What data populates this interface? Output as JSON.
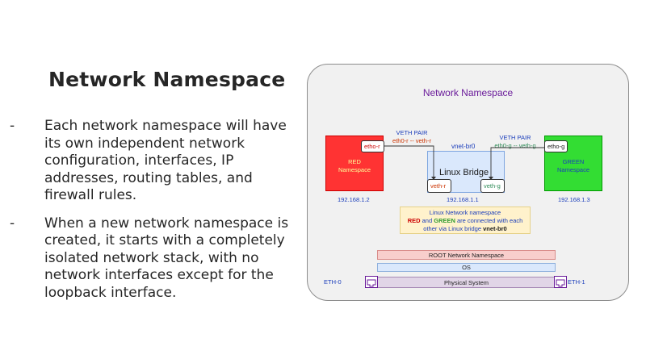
{
  "slide": {
    "title": "Network Namespace",
    "bullets": [
      {
        "marker": "-",
        "text": "Each network namespace will have its own independent network configuration, interfaces, IP addresses, routing tables, and firewall rules."
      },
      {
        "marker": "-",
        "text": "When a new network namespace is created, it starts with a completely isolated network stack, with no network interfaces except for the loopback interface."
      }
    ]
  },
  "diagram": {
    "title": "Network Namespace",
    "red_ns": {
      "line1": "RED",
      "line2": "Namespace",
      "iface": "etho-r",
      "ip": "192.168.1.2"
    },
    "green_ns": {
      "line1": "GREEN",
      "line2": "Namespace",
      "iface": "etho-g",
      "ip": "192.168.1.3"
    },
    "veth_left": {
      "title": "VETH PAIR",
      "pair": "eth0-r -- veth-r"
    },
    "veth_right": {
      "title": "VETH PAIR",
      "pair": "eth0-g -- veth-g"
    },
    "bridge": {
      "name": "vnet-br0",
      "label": "Linux Bridge",
      "port_r": "veth-r",
      "port_g": "veth-g",
      "ip": "192.168.1.1"
    },
    "note": {
      "line1": "Linux Network namespace",
      "red": "RED",
      "and": " and ",
      "green": "GREEN",
      "rest": " are connected with each",
      "line3a": "other via Linux bridge ",
      "line3b": "vnet-br0"
    },
    "layers": {
      "root": "ROOT Network Namespace",
      "os": "OS",
      "physical": "Physical System"
    },
    "ports": {
      "left": "ETH-0",
      "right": "ETH-1"
    }
  },
  "colors": {
    "red_ns": "#ff3333",
    "green_ns": "#33dd33",
    "bridge": "#dae8fc",
    "note_bg": "#fff2cc",
    "root_bar": "#f8cecc",
    "os_bar": "#dae8fc",
    "physical_bar": "#e1d5e7",
    "title_purple": "#6a1b9a",
    "link_blue": "#1a3dbb"
  },
  "icons": [
    "ethernet-port-icon"
  ]
}
